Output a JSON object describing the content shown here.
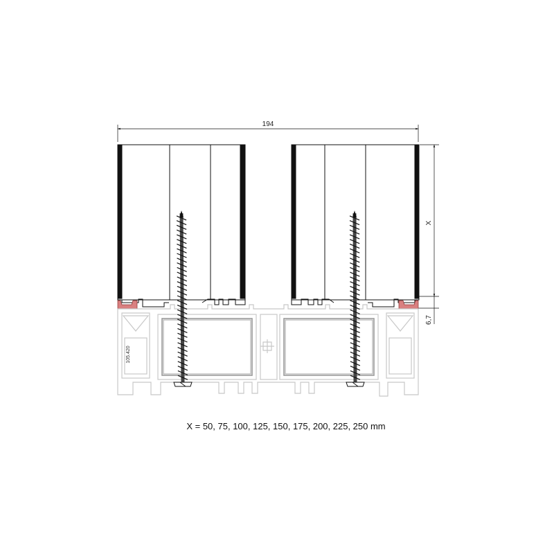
{
  "dimensions": {
    "overall_width": "194",
    "height_variable": "X",
    "base_height": "6,7"
  },
  "profile_code": "105.420",
  "caption": "X = 50, 75, 100, 125, 150, 175, 200, 225, 250 mm",
  "colors": {
    "line": "#111111",
    "profile_outline": "#c8c8c8",
    "seal": "#d98080"
  }
}
